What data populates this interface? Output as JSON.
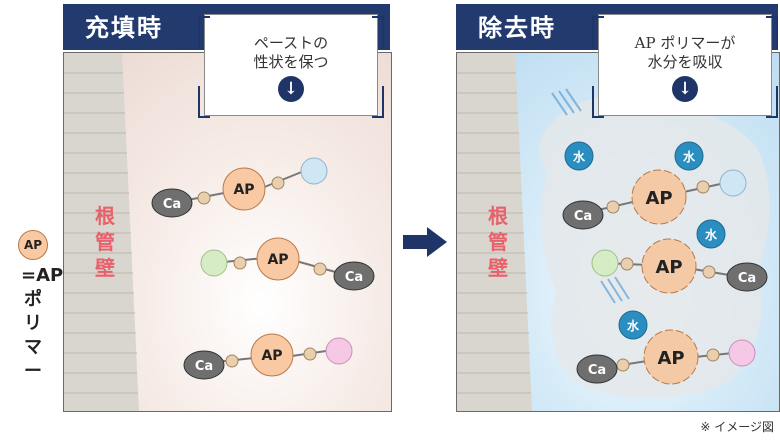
{
  "left_panel": {
    "title": "充填時",
    "callout_line1": "ペーストの",
    "callout_line2": "性状を保つ",
    "wall_label": "根管壁"
  },
  "right_panel": {
    "title": "除去時",
    "callout_line1": "AP ポリマーが",
    "callout_line2": "水分を吸収",
    "wall_label": "根管壁"
  },
  "labels": {
    "ap": "AP",
    "ca": "Ca",
    "water": "水"
  },
  "legend": {
    "symbol": "AP",
    "text": "=APポリマー"
  },
  "note": "※ イメージ図",
  "colors": {
    "header_bg": "#233a6e",
    "wall_text": "#e8606a",
    "ap_fill": "#f8c9a2",
    "ca_fill": "#6f6f6f",
    "water_fill": "#2a8fc0",
    "arrow": "#1f3568"
  },
  "icons": {
    "down_arrow": "↓"
  }
}
